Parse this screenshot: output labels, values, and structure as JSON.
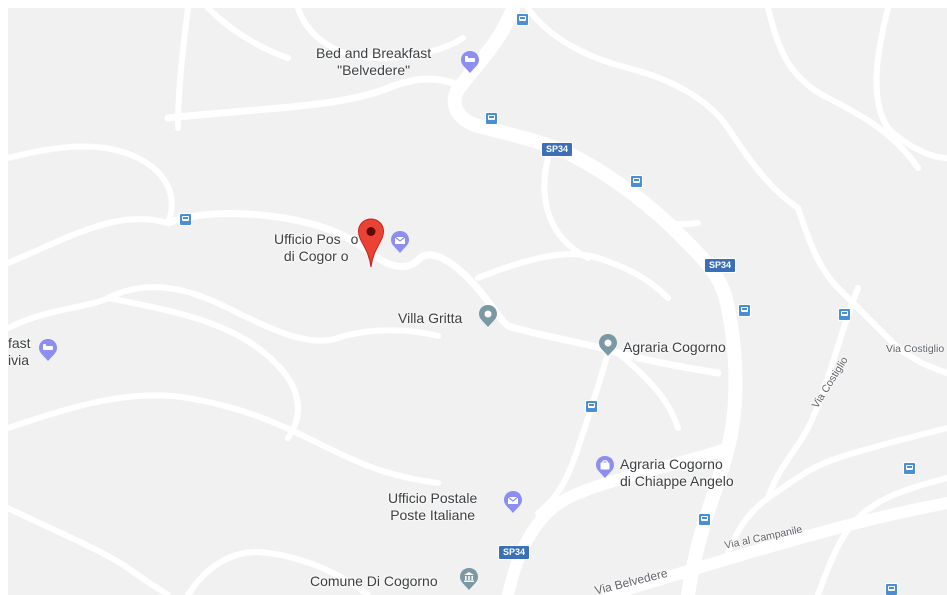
{
  "map": {
    "pois": {
      "bb_belvedere": {
        "line1": "Bed and Breakfast",
        "line2": "\"Belvedere\"",
        "icon": "bed-icon"
      },
      "ufficio_postale_1": {
        "line1": "Ufficio Pos",
        "line1b": "o",
        "line2": "di Cogor",
        "line2b": "o",
        "icon": "mail-icon"
      },
      "villa_gritta": {
        "label": "Villa Gritta",
        "icon": "location-pin-icon"
      },
      "agraria_cogorno": {
        "label": "Agraria Cogorno",
        "icon": "location-pin-icon"
      },
      "agraria_chiappe": {
        "line1": "Agraria Cogorno",
        "line2": "di Chiappe Angelo",
        "icon": "shopping-bag-icon"
      },
      "ufficio_postale_2": {
        "line1": "Ufficio Postale",
        "line2": "Poste Italiane",
        "icon": "mail-icon"
      },
      "comune": {
        "label": "Comune Di Cogorno",
        "icon": "bank-icon"
      },
      "left_partial": {
        "line1": "fast",
        "line2": "ivia",
        "icon": "bed-icon"
      }
    },
    "road_shields": [
      "SP34",
      "SP34",
      "SP34"
    ],
    "streets": {
      "via_costiglio_1": "Via Costiglio",
      "via_costiglio_2": "Via Costiglio",
      "via_al_campanile": "Via al Campanile",
      "via_belvedere": "Via Belvedere"
    },
    "marker": {
      "icon": "red-map-pin-icon",
      "color": "#ea4335"
    },
    "colors": {
      "land": "#f1f1f1",
      "road": "#ffffff",
      "shield": "#3b6fb6",
      "transit": "#4a8fd6",
      "poi_purple": "#8c8ef0",
      "poi_gray": "#7b98a5"
    }
  }
}
